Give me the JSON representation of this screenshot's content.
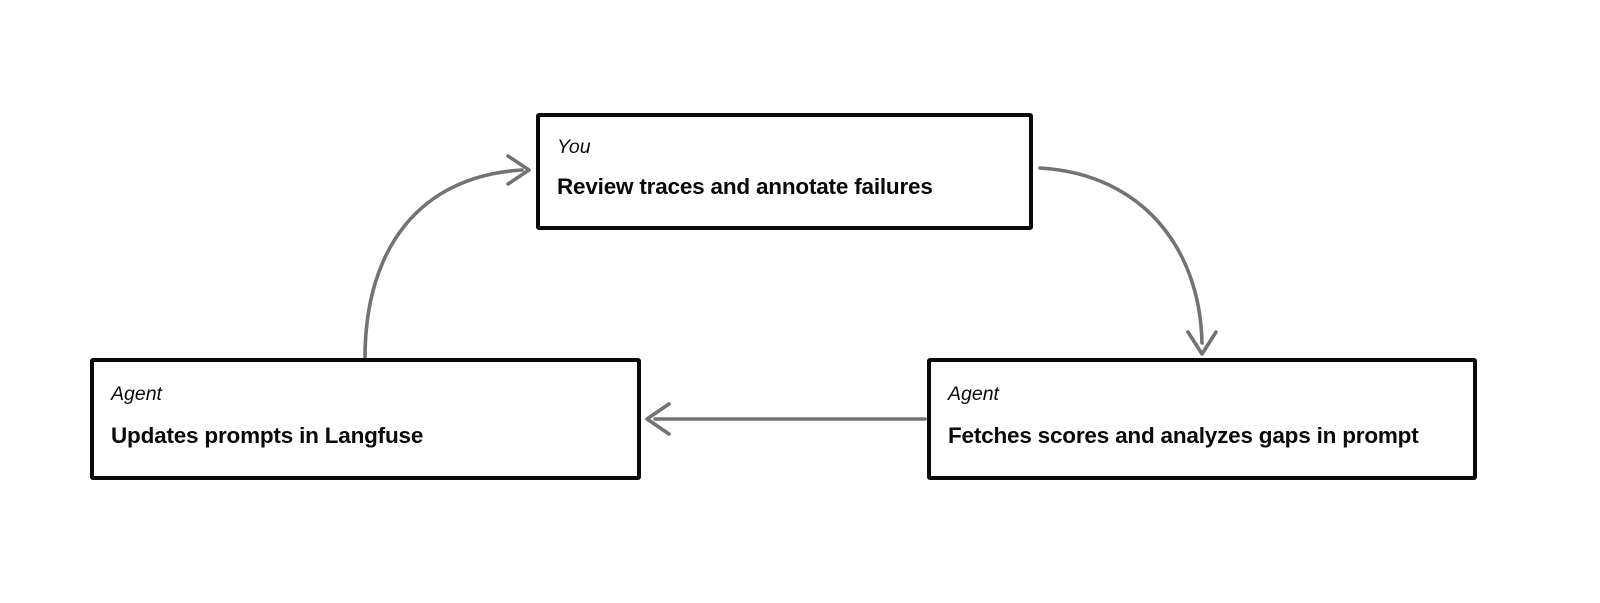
{
  "diagram": {
    "type": "cycle-flowchart",
    "background_color": "#ffffff",
    "node_border_color": "#0a0a0a",
    "arrow_color": "#737373",
    "nodes": [
      {
        "id": "you",
        "role": "You",
        "title": "Review traces and annotate failures"
      },
      {
        "id": "updates",
        "role": "Agent",
        "title": "Updates prompts in Langfuse"
      },
      {
        "id": "fetches",
        "role": "Agent",
        "title": "Fetches scores and analyzes gaps in prompt"
      }
    ],
    "edges": [
      {
        "id": "updates-to-you",
        "from": "updates",
        "to": "you",
        "style": "curved",
        "label": ""
      },
      {
        "id": "you-to-fetches",
        "from": "you",
        "to": "fetches",
        "style": "curved",
        "label": ""
      },
      {
        "id": "fetches-to-updates",
        "from": "fetches",
        "to": "updates",
        "style": "straight",
        "label": ""
      }
    ]
  }
}
